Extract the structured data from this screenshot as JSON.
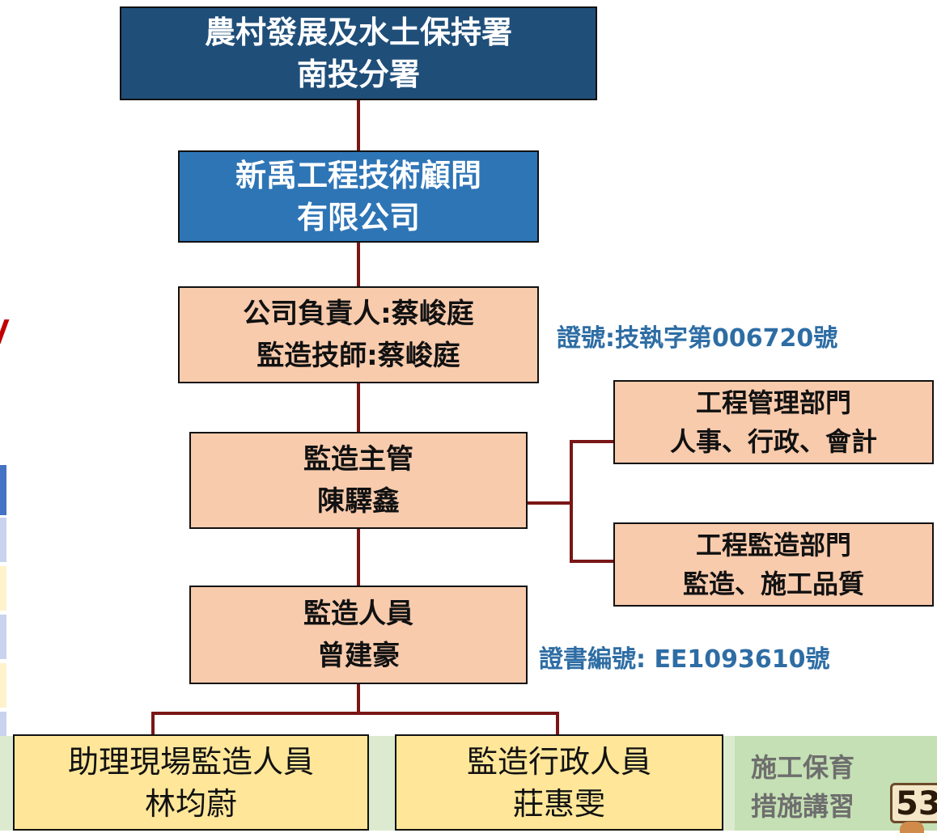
{
  "org": {
    "agency": {
      "line1": "農村發展及水土保持署",
      "line2": "南投分署"
    },
    "consultant": {
      "line1": "新禹工程技術顧問",
      "line2": "有限公司"
    },
    "owner": {
      "line1": "公司負責人:蔡峻庭",
      "line2": "監造技師:蔡峻庭"
    },
    "owner_note": "證號:技執字第006720號",
    "supervisor": {
      "line1": "監造主管",
      "line2": "陳驛鑫"
    },
    "dept_management": {
      "line1": "工程管理部門",
      "line2": "人事、行政、會計"
    },
    "dept_supervision": {
      "line1": "工程監造部門",
      "line2": "監造、施工品質"
    },
    "staff": {
      "line1": "監造人員",
      "line2": "曾建豪"
    },
    "staff_note": "證書編號: EE1093610號",
    "assistant": {
      "line1": "助理現場監造人員",
      "line2": "林均蔚"
    },
    "admin": {
      "line1": "監造行政人員",
      "line2": "莊惠雯"
    }
  },
  "side_panel": {
    "line1": "施工保育",
    "line2": "措施講習",
    "page_number": "53"
  },
  "colors": {
    "connector": "#7a1616",
    "navy": "#1f4e79",
    "blue": "#2e75b6",
    "peach": "#f8cbad",
    "yellow": "#ffe699",
    "note_text": "#2e6da4",
    "green_band": "#dcebcf"
  }
}
